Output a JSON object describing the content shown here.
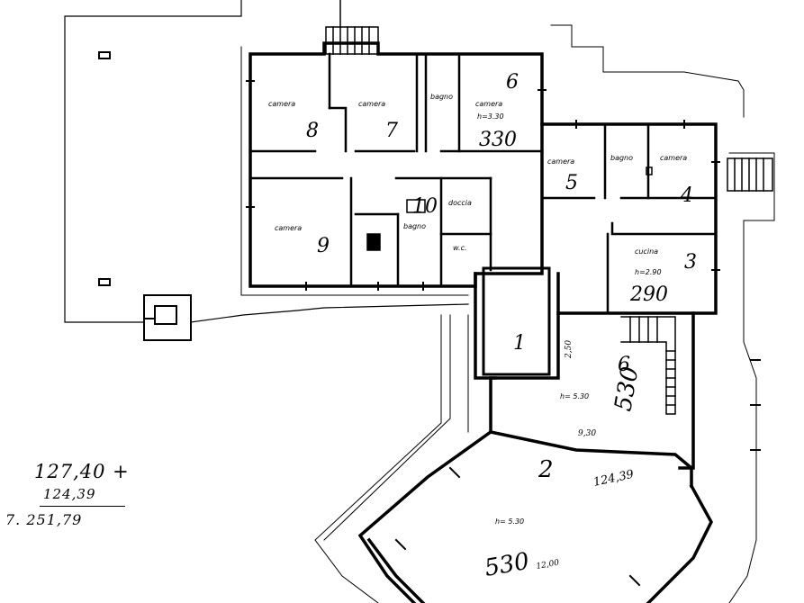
{
  "rooms": {
    "camera_a": "camera",
    "camera_b": "camera",
    "bagno_a": "bagno",
    "camera_c": "camera",
    "camera_c_height": "h=3.30",
    "camera_d": "camera",
    "bagno_b": "bagno",
    "doccia": "doccia",
    "wc": "w.c.",
    "camera_e": "camera",
    "bagno_c": "bagno",
    "camera_f": "camera",
    "cucina": "cucina",
    "cucina_height": "h=2.90",
    "salone_height": "h= 5.30",
    "sala_height": "h= 5.30"
  },
  "marks": {
    "m6a": "6",
    "m7": "7",
    "m8": "8",
    "m330": "330",
    "m9": "9",
    "m10": "10",
    "m5": "5",
    "m4": "4",
    "m3": "3",
    "m290": "290",
    "m1": "1",
    "m6b": "6",
    "m530a": "530",
    "m530b": "530",
    "m2": "2",
    "mdim1": "9,30",
    "mdim2": "2,50",
    "marea1": "124,39",
    "marea2": "12,00"
  },
  "tally": {
    "line1": "127,40 +",
    "line2": "124,39",
    "line3": "7. 251,79"
  }
}
